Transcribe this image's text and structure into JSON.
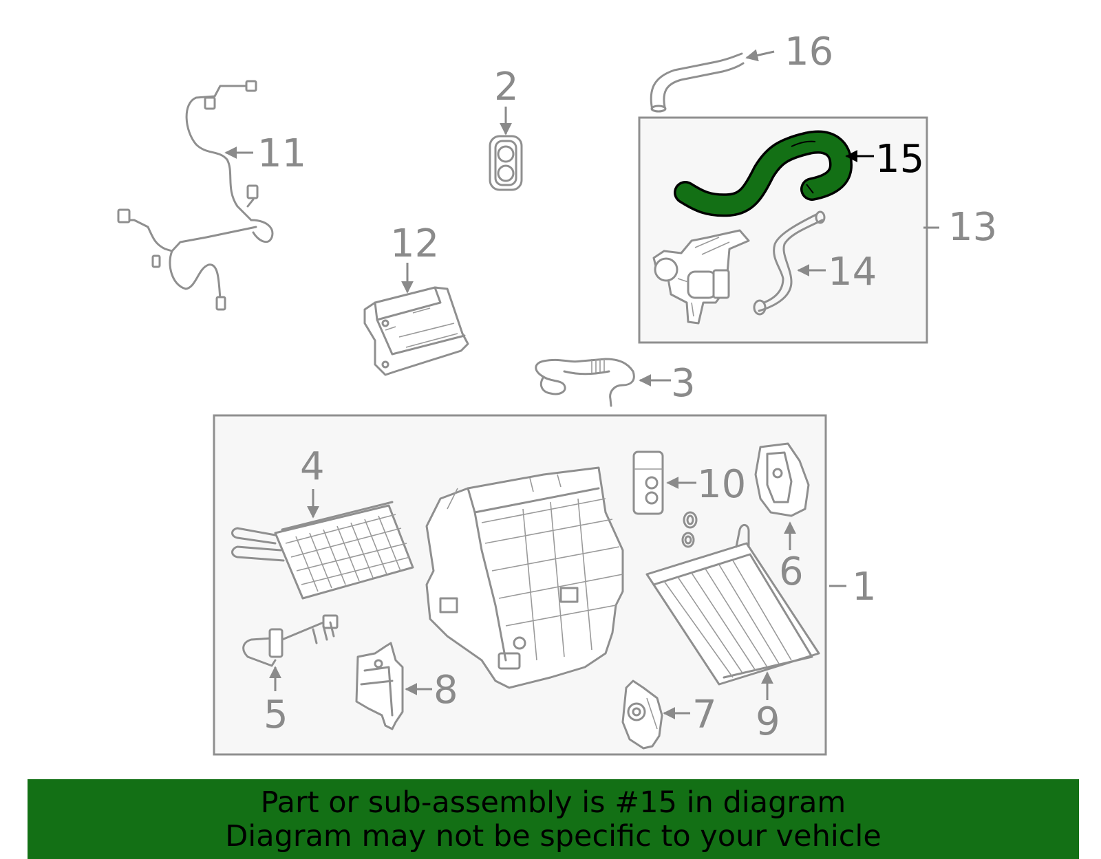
{
  "diagram": {
    "highlight_color": "#137015",
    "highlighted_part": "15",
    "callouts": {
      "p1": "1",
      "p2": "2",
      "p3": "3",
      "p4": "4",
      "p5": "5",
      "p6": "6",
      "p7": "7",
      "p8": "8",
      "p9": "9",
      "p10": "10",
      "p11": "11",
      "p12": "12",
      "p13": "13",
      "p14": "14",
      "p15": "15",
      "p16": "16"
    }
  },
  "banner": {
    "line1": "Part or sub-assembly is #15 in diagram",
    "line2": "Diagram may not be specific to your vehicle",
    "background": "#137015"
  }
}
